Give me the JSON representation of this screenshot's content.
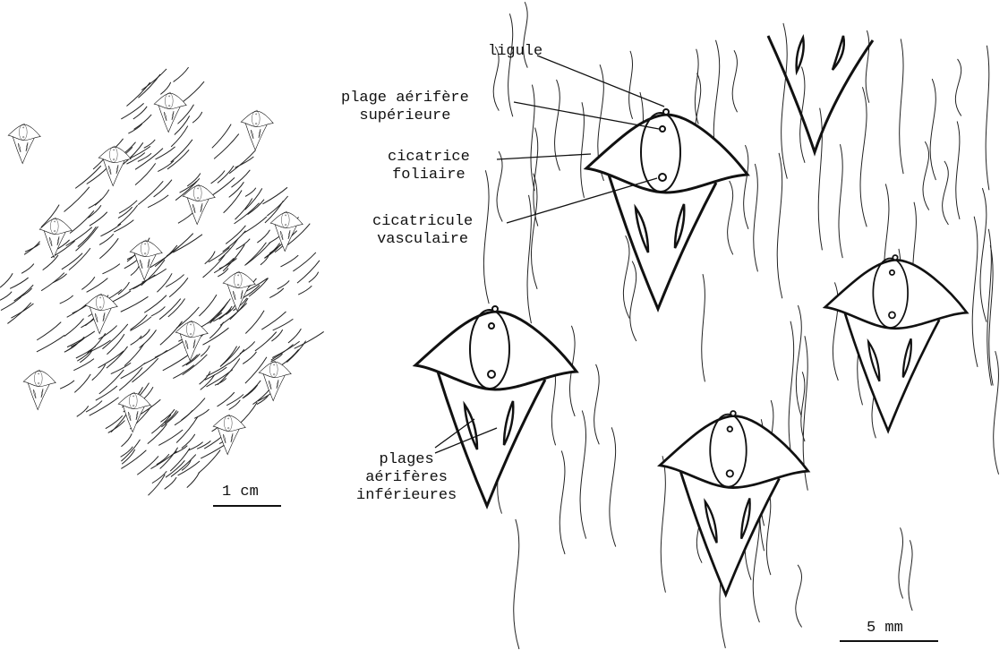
{
  "labels": {
    "ligule": "ligule",
    "plage_sup_1": "plage aérifère",
    "plage_sup_2": "supérieure",
    "cicatrice_1": "cicatrice",
    "cicatrice_2": "foliaire",
    "cicatricule_1": "cicatricule",
    "cicatricule_2": "vasculaire",
    "plages_inf_1": "plages",
    "plages_inf_2": "aérifères",
    "plages_inf_3": "inférieures"
  },
  "scale_bars": {
    "left": "1 cm",
    "right": "5 mm"
  },
  "colors": {
    "ink": "#111111",
    "paper": "#ffffff"
  }
}
